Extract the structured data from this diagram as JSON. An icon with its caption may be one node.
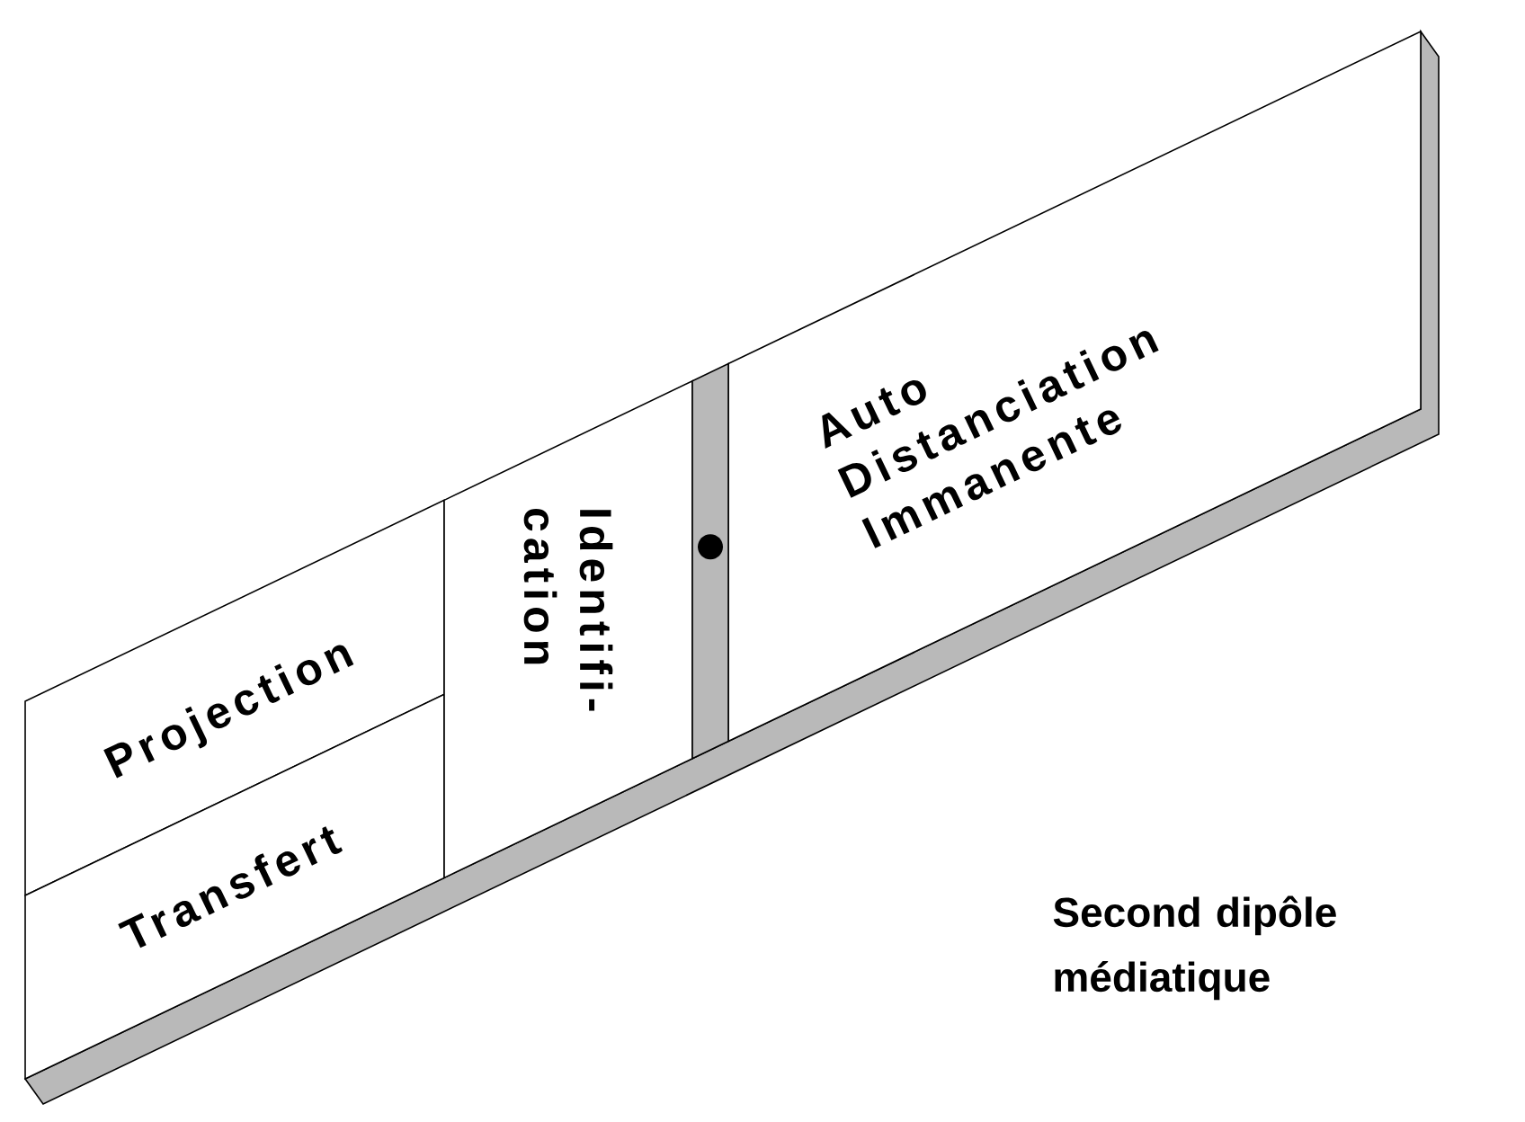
{
  "diagram": {
    "nodes": [
      {
        "text": [
          "Projection"
        ]
      },
      {
        "text": [
          "Transfert"
        ]
      },
      {
        "text": [
          "Identifi- cation"
        ]
      },
      {
        "text": [
          "Auto Distanciation Immanente"
        ]
      }
    ],
    "labels": [
      "Second dipôle médiatique"
    ]
  }
}
